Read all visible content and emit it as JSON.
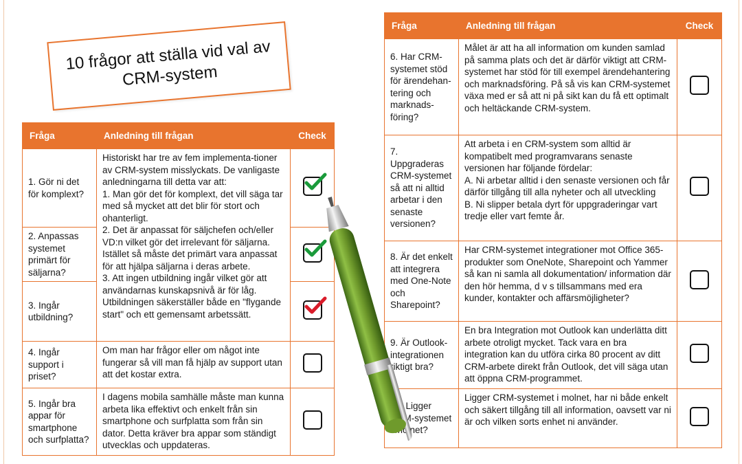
{
  "title": "10 frågor att ställa vid val av CRM-system",
  "headers": {
    "question": "Fråga",
    "reason": "Anledning till frågan",
    "check": "Check"
  },
  "left_rows": [
    {
      "q": "1. Gör ni det för komplext?",
      "checked": true,
      "color": "#1a9a3a"
    },
    {
      "q": "2. Anpassas systemet primärt för säljarna?",
      "checked": true,
      "color": "#1a9a3a"
    },
    {
      "q": "3. Ingår utbildning?",
      "checked": true,
      "color": "#d91c2a"
    },
    {
      "q": "4. Ingår support i priset?",
      "a": "Om man har frågor eller om något inte fungerar så vill man få hjälp av support utan att det kostar extra.",
      "checked": false
    },
    {
      "q": "5. Ingår bra appar för smartphone och surfplatta?",
      "a": "I dagens mobila samhälle måste man kunna arbeta lika effektivt och enkelt från sin smartphone och surfplatta som från sin dator. Detta kräver bra appar som ständigt utvecklas och uppdateras.",
      "checked": false
    }
  ],
  "left_shared_answer": [
    "Historiskt har tre av fem implementa-tioner av CRM-system misslyckats. De vanligaste anledningarna till detta var att:",
    "1. Man gör det för komplext, det vill säga tar med så mycket att det blir för stort och ohanterligt.",
    "2. Det är anpassat för säljchefen och/eller VD:n vilket gör det irrelevant för säljarna. Istället så måste det primärt vara anpassat för att hjälpa säljarna i deras arbete.",
    "3. Att ingen utbildning ingår vilket gör att användarnas kunskapsnivå är för låg. Utbildningen säkerställer både en \"flygande start\" och ett gemensamt arbetssätt."
  ],
  "right_rows": [
    {
      "q": "6. Har CRM-systemet stöd för ärendehan-tering och marknads-föring?",
      "a": "Målet är att ha all information om kunden samlad på samma plats och det är därför viktigt att CRM-systemet har stöd för till exempel ärendehantering och marknadsföring. På så vis kan CRM-systemet växa med er så att ni på sikt kan du få ett optimalt och heltäckande CRM-system.",
      "checked": false
    },
    {
      "q": "7. Uppgraderas CRM-systemet så att ni alltid arbetar i den senaste versionen?",
      "a_lines": [
        "Att arbeta i en CRM-system som alltid är kompatibelt med programvarans senaste versionen har följande fördelar:",
        "A. Ni arbetar alltid i den senaste versionen och får därför tillgång till alla nyheter och all utveckling",
        "B. Ni slipper betala dyrt för uppgraderingar vart tredje eller vart femte år."
      ],
      "checked": false
    },
    {
      "q": "8. Är det enkelt att integrera med One-Note och Sharepoint?",
      "a": "Har CRM-systemet integrationer mot Office 365-produkter som OneNote, Sharepoint och Yammer så kan ni samla all dokumentation/ information där den hör hemma, d v s tillsammans med era kunder, kontakter och affärsmöjligheter?",
      "checked": false
    },
    {
      "q": "9. Är Outlook-integrationen riktigt bra?",
      "a": "En bra Integration mot Outlook kan underlätta ditt arbete otroligt mycket. Tack vara en bra integration kan du utföra cirka 80 procent av ditt CRM-arbete direkt från Outlook, det vill säga utan att öppna CRM-programmet.",
      "checked": false
    },
    {
      "q": "10. Ligger CRM-systemet i molnet?",
      "a": "Ligger CRM-systemet i molnet, har ni både enkelt och säkert tillgång till all information, oavsett var ni är och vilken sorts enhet ni använder.",
      "checked": false
    }
  ],
  "colors": {
    "accent": "#e8742e",
    "check_green": "#1a9a3a",
    "check_red": "#d91c2a",
    "pen_body": "#6f9a2c"
  }
}
